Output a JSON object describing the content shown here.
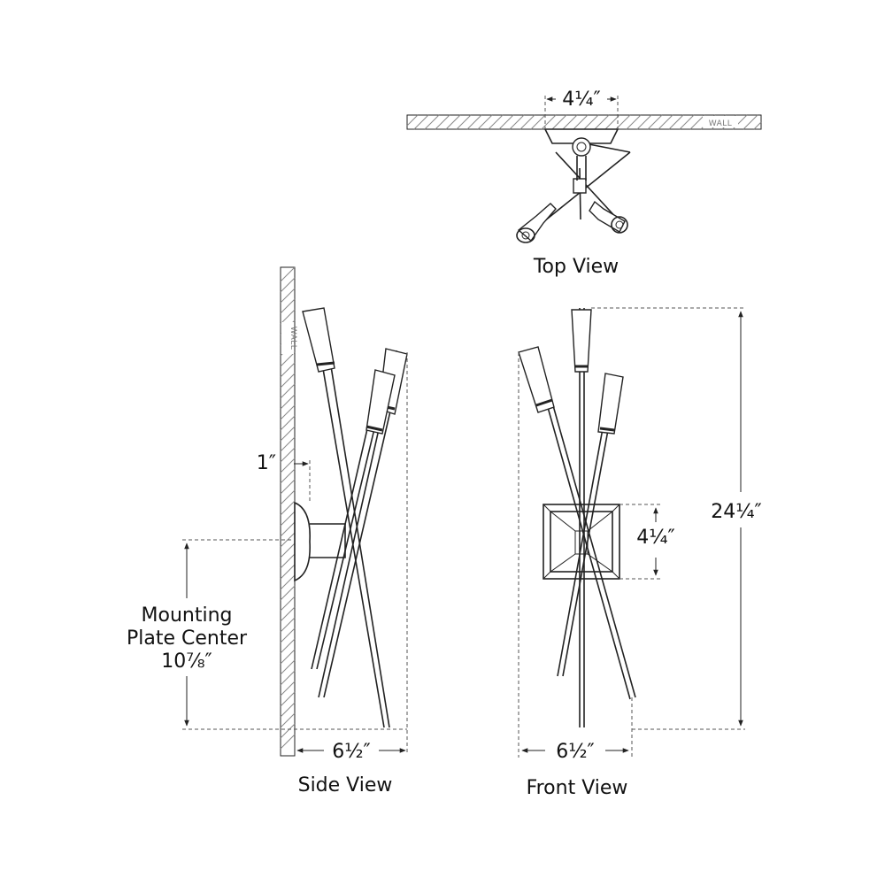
{
  "views": {
    "top": {
      "title": "Top View",
      "width_dim": "4¼″",
      "wall_label": "WALL"
    },
    "side": {
      "title": "Side View",
      "projection_dim": "6½″",
      "backplate_dim": "1″",
      "mounting_label_line1": "Mounting",
      "mounting_label_line2": "Plate Center",
      "mounting_dim": "10⅞″",
      "wall_label": "WALL"
    },
    "front": {
      "title": "Front View",
      "width_dim": "6½″",
      "plate_dim": "4¼″",
      "height_dim": "24¼″"
    }
  },
  "colors": {
    "line": "#222222",
    "dash": "#555555",
    "hatch": "#888888",
    "background": "#ffffff"
  }
}
